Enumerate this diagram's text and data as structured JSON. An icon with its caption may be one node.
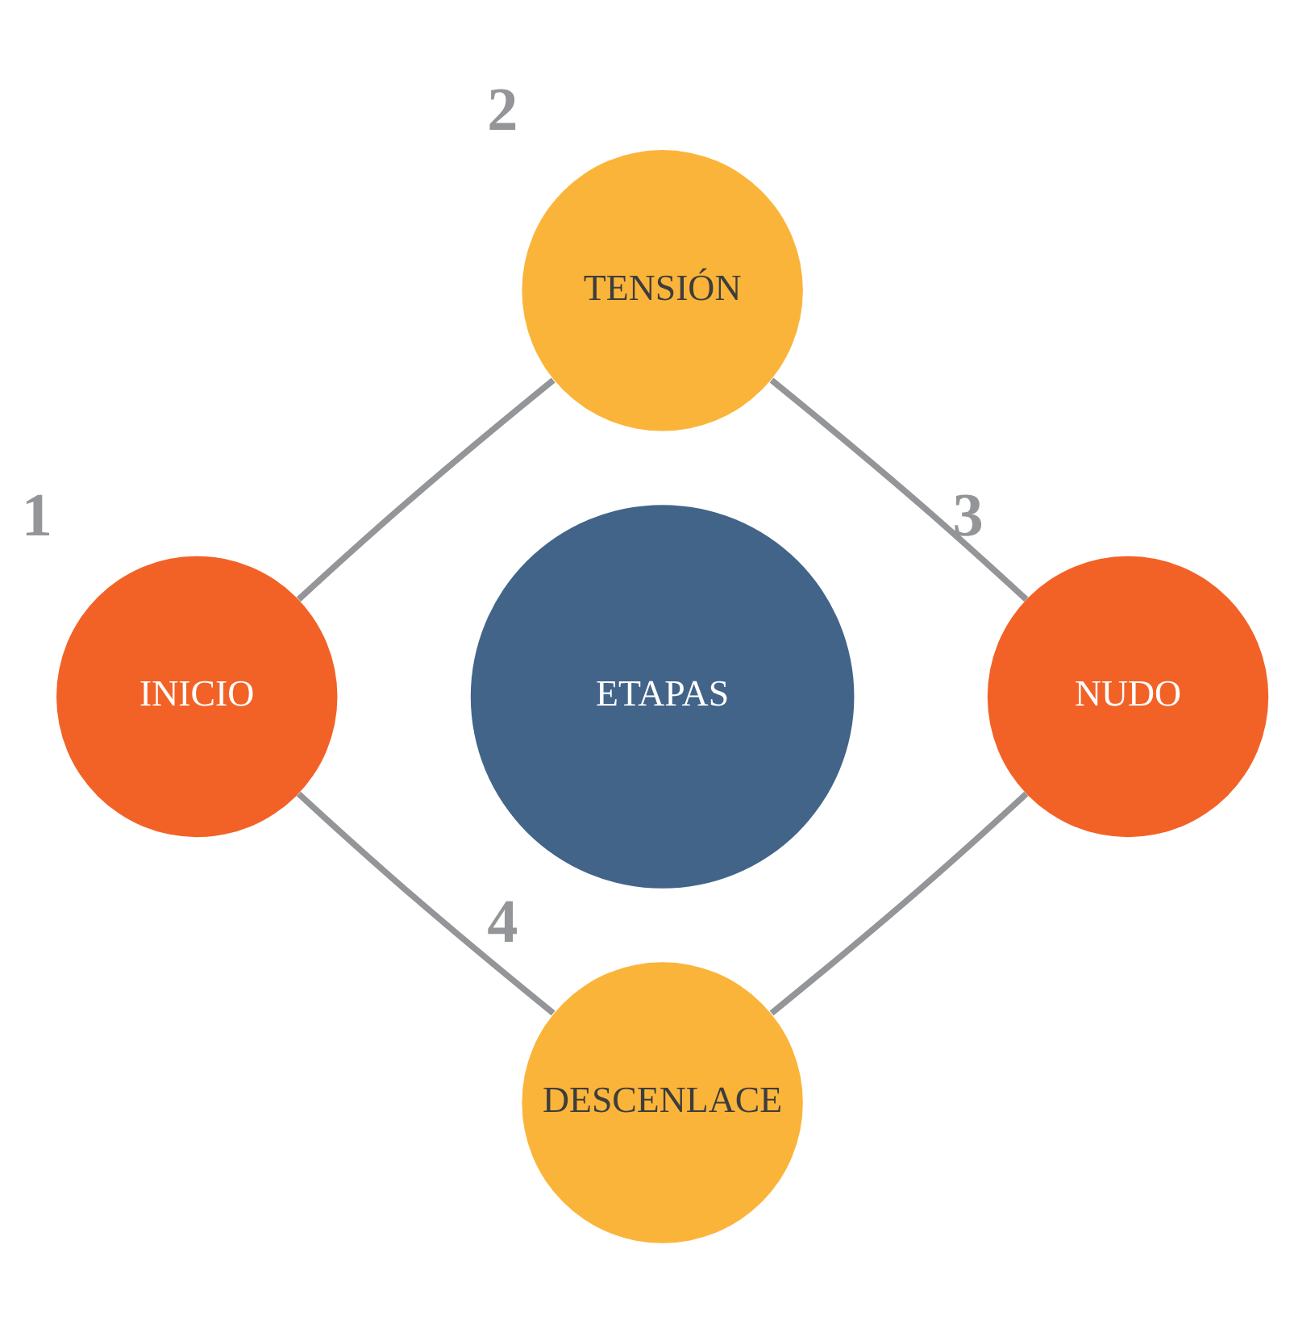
{
  "diagram": {
    "nodes": [
      {
        "text": [
          "TENSIÓN"
        ],
        "beside": [
          "2"
        ]
      },
      {
        "text": [
          "INICIO"
        ],
        "beside": [
          "1"
        ]
      },
      {
        "text": [
          "ETAPAS"
        ]
      },
      {
        "text": [
          "NUDO"
        ],
        "beside": [
          "3"
        ]
      },
      {
        "text": [
          "DESCENLACE"
        ],
        "beside": [
          "4"
        ]
      }
    ],
    "edges": [
      {
        "from": 1,
        "to": 0,
        "arrow": "none"
      },
      {
        "from": 0,
        "to": 3,
        "arrow": "none"
      },
      {
        "from": 3,
        "to": 4,
        "arrow": "none"
      },
      {
        "from": 4,
        "to": 1,
        "arrow": "none"
      }
    ]
  }
}
